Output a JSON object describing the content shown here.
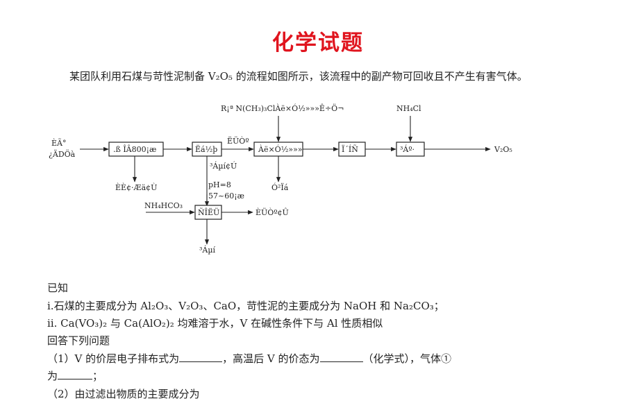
{
  "title": "化学试题",
  "intro": "某团队利用石煤与苛性泥制备 V₂O₅ 的流程如图所示，该流程中的副产物可回收且不产生有害气体。",
  "flow": {
    "input_left_1": "ÈÃ°",
    "input_left_2": "¿ÄDÖà",
    "box1": ".ß ÎÂ800¡æ",
    "box2": "Ëá½þ",
    "box3": "Àë×Ó½»»»",
    "box4": "Ï´ÍÑ",
    "box5": "³Áº·",
    "product": "V₂O₅",
    "top_reagent": "R¡ª N(CH₃)₃ClÀë×Ó½»»»Ê÷Ö¬",
    "top_nh4cl": "NH₄Cl",
    "label_after_box2": "ËÜÒº",
    "below_box1": "ÈÈ¢·Æä¢Ù",
    "below_box2": "³Áµí¢Ú",
    "below_box3": "Ó²Ïá",
    "ph_label": "pH=8",
    "temp_label": "57~60¡æ",
    "nh4hco3": "NH₄HCO₃",
    "box6": "ÑÎËÜ",
    "right_box6": "ÈÜÒº¢Û",
    "below_box6": "³Áµí"
  },
  "known_heading": "已知",
  "known_1": "ⅰ.石煤的主要成分为 Al₂O₃、V₂O₃、CaO，苛性泥的主要成分为 NaOH 和 Na₂CO₃；",
  "known_2": "ⅱ. Ca(VO₃)₂ 与 Ca(AlO₂)₂ 均难溶于水，V 在碱性条件下与 Al 性质相似",
  "answer_heading": "回答下列问题",
  "q1_part1": "（1）V 的价层电子排布式为",
  "q1_part2": "，高温后 V 的价态为",
  "q1_part3": "（化学式），气体①",
  "q1_part4": "为",
  "q1_part5": "；",
  "q2_partial": "（2）由过滤出物质的主要成分为"
}
